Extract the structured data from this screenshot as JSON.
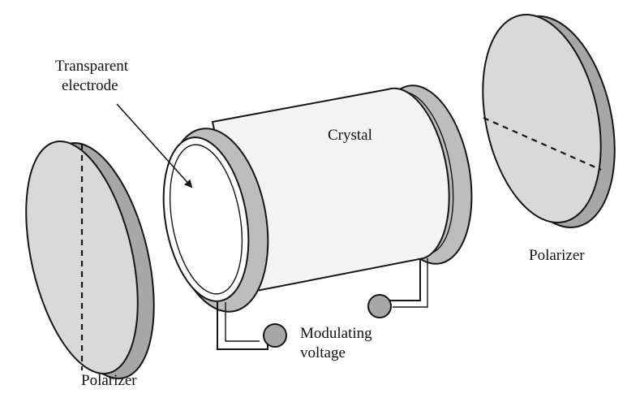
{
  "labels": {
    "transparent_electrode_line1": "Transparent",
    "transparent_electrode_line2": "electrode",
    "crystal": "Crystal",
    "polarizer_left": "Polarizer",
    "polarizer_right": "Polarizer",
    "modulating_voltage_line1": "Modulating",
    "modulating_voltage_line2": "voltage"
  },
  "colors": {
    "disc_face": "#d9d9d9",
    "disc_rim": "#a7a7a7",
    "crystal_body": "#f4f4f4",
    "electrode_ring": "#bdbdbd",
    "line": "#151515"
  }
}
